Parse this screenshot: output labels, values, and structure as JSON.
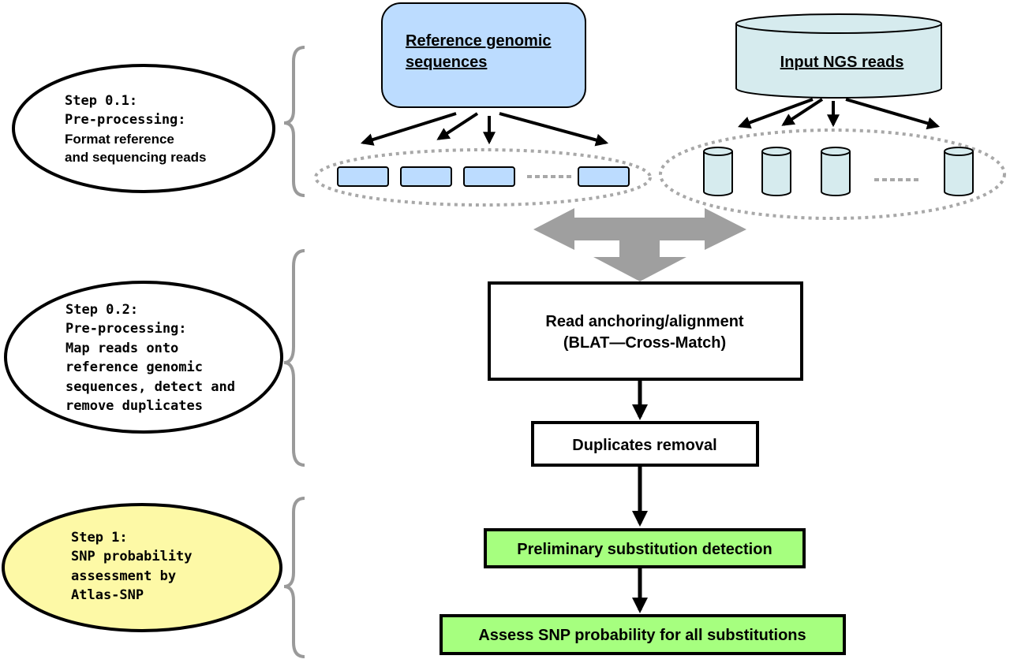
{
  "colors": {
    "reference_fill": "#bcdcff",
    "reads_fill": "#d6ebee",
    "step1_fill": "#fdf9a6",
    "green_fill": "#a6ff7f",
    "brace": "#9a9a9a",
    "big_arrow": "#9f9f9f",
    "dotted": "#a8a8a8"
  },
  "step01": {
    "line1": "Step 0.1:",
    "line2": "Pre-processing:",
    "line3": "Format reference",
    "line4": "and sequencing reads"
  },
  "step02": {
    "line1": "Step 0.2:",
    "line2": "Pre-processing:",
    "line3": "Map reads onto",
    "line4": "reference genomic",
    "line5": "sequences, detect and",
    "line6": "remove duplicates"
  },
  "step1": {
    "line1": "Step 1:",
    "line2": "SNP probability",
    "line3": "assessment by",
    "line4": "Atlas-SNP"
  },
  "reference": {
    "line1": "Reference genomic",
    "line2": "sequences"
  },
  "reads": {
    "label": "Input NGS reads"
  },
  "boxes": {
    "alignment_line1": "Read anchoring/alignment",
    "alignment_line2": "(BLAT—Cross-Match)",
    "duplicates": "Duplicates removal",
    "preliminary": "Preliminary substitution detection",
    "assess": "Assess SNP probability for all substitutions"
  }
}
